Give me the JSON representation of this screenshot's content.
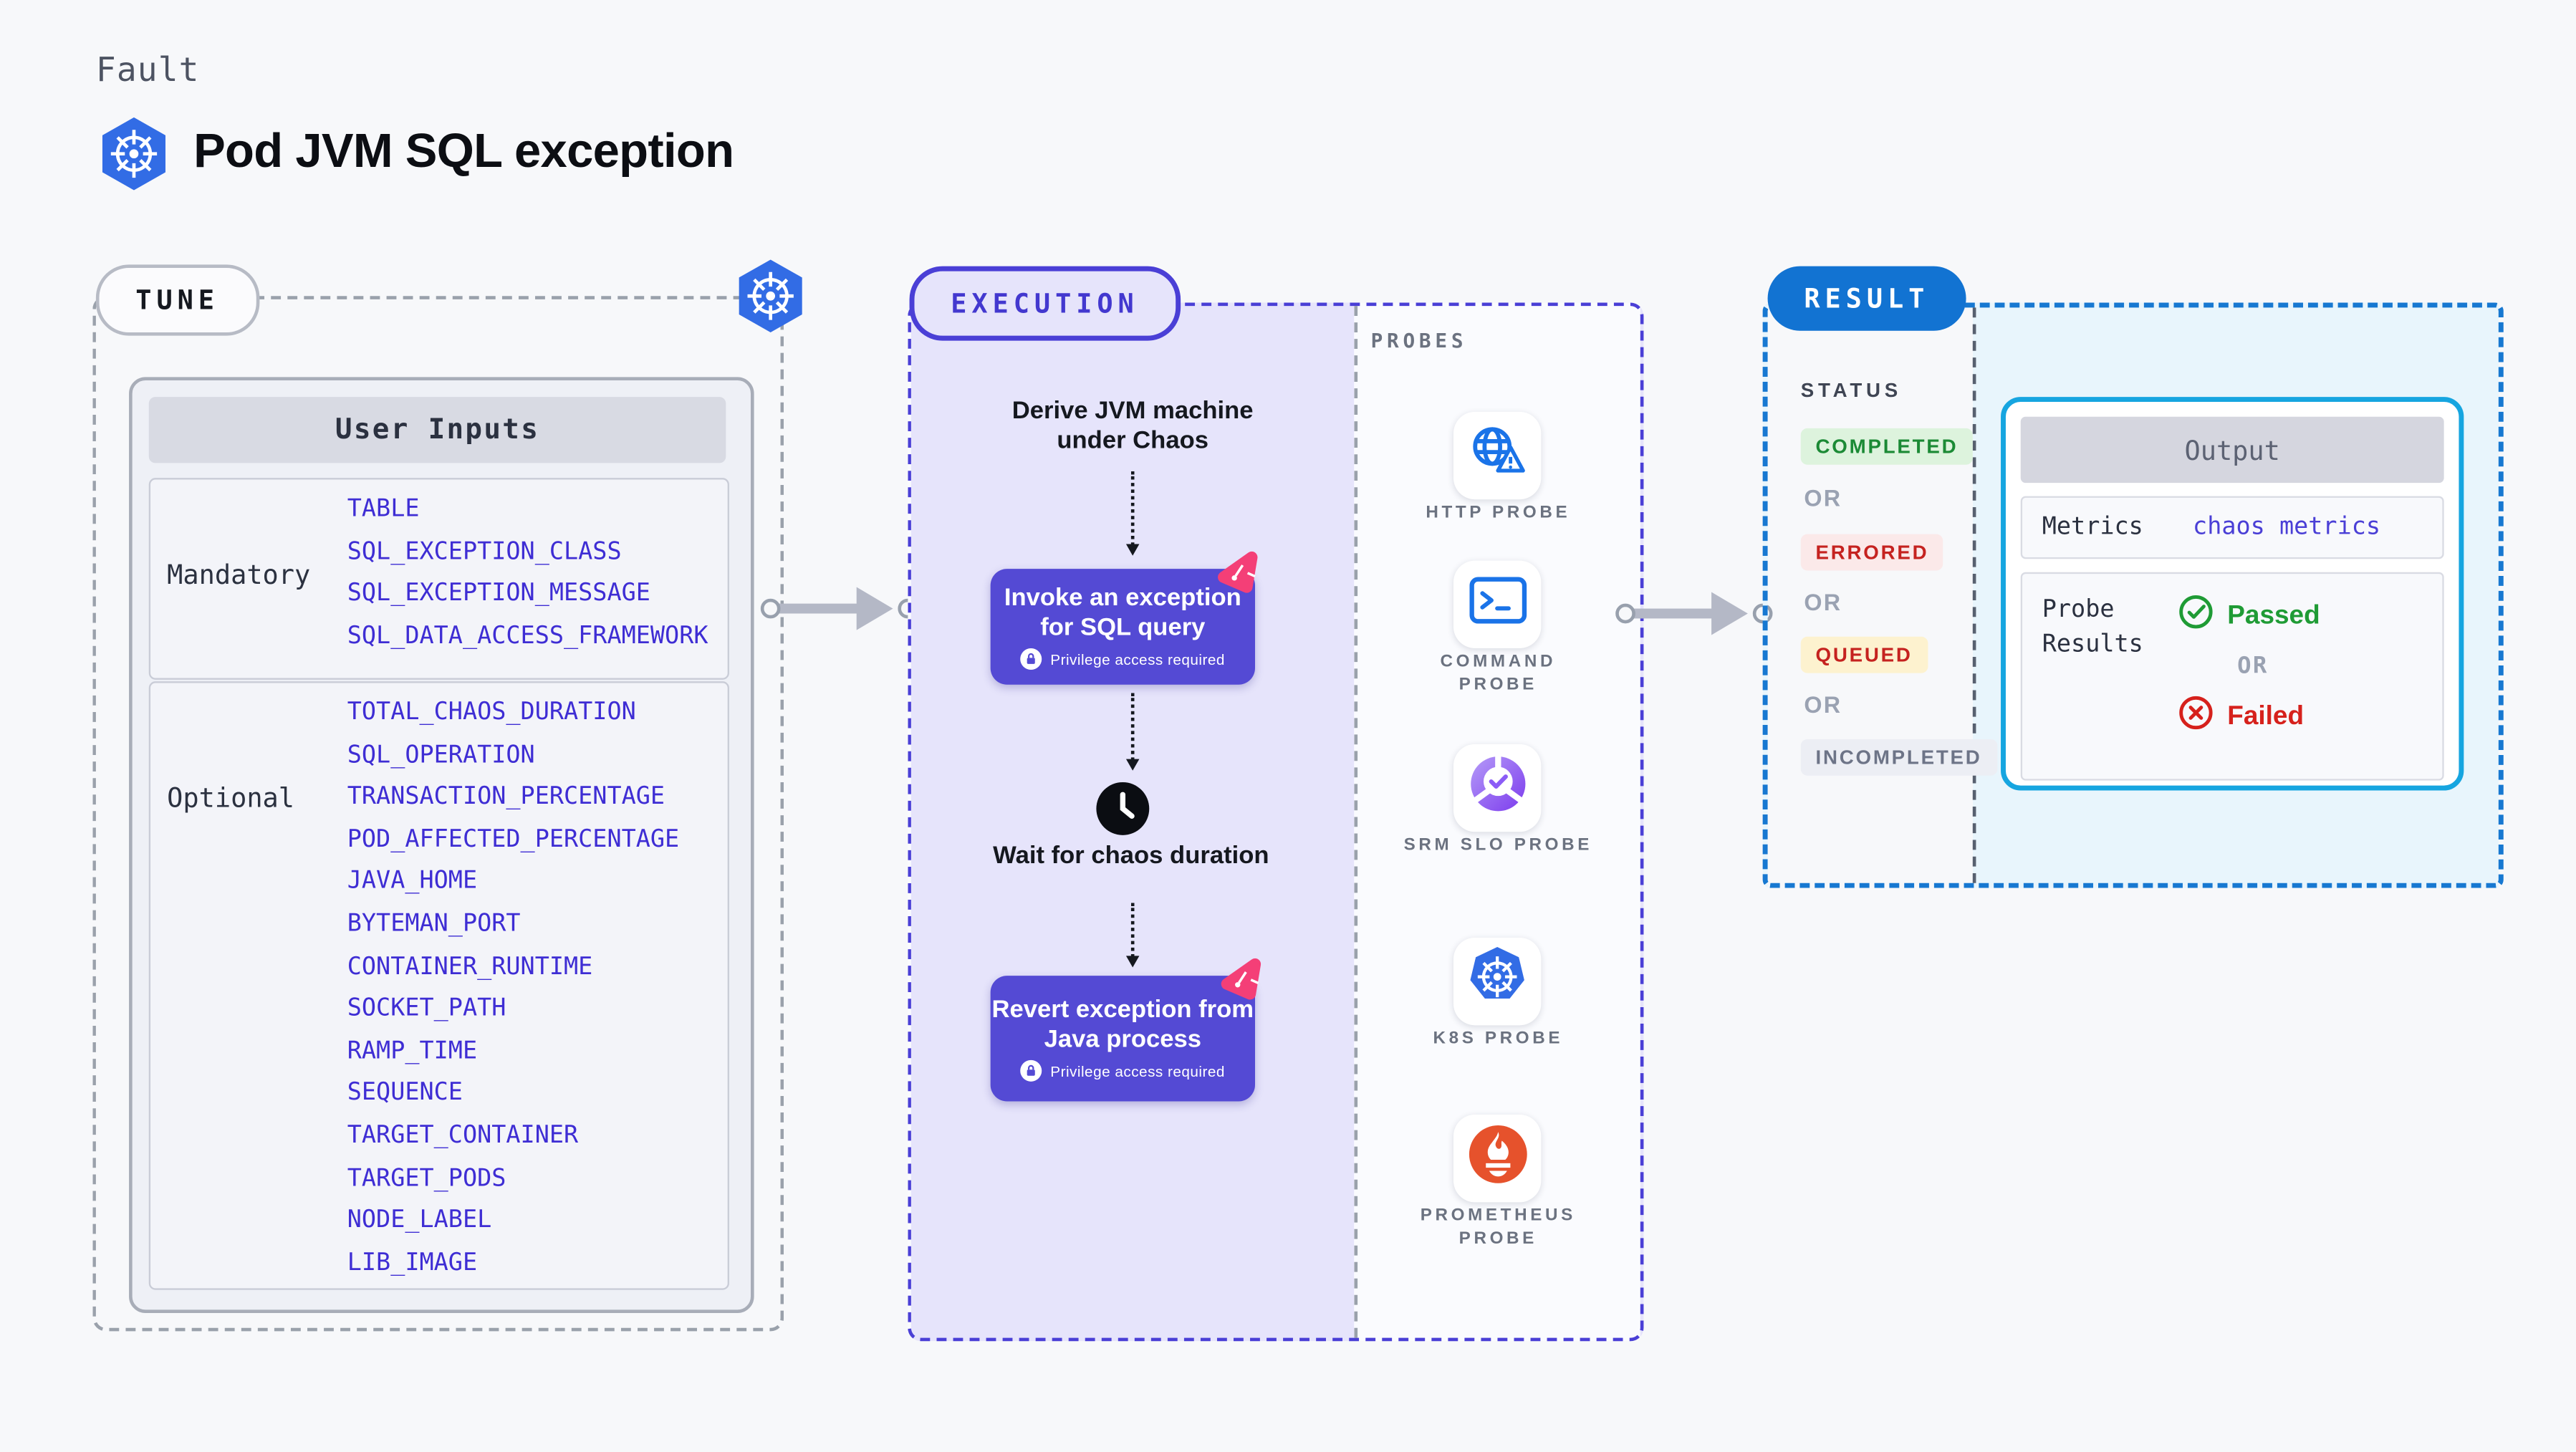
{
  "header": {
    "fault_label": "Fault",
    "title": "Pod JVM SQL exception"
  },
  "tune": {
    "pill": "TUNE",
    "user_inputs_title": "User Inputs",
    "mandatory_label": "Mandatory",
    "mandatory_items": [
      "TABLE",
      "SQL_EXCEPTION_CLASS",
      "SQL_EXCEPTION_MESSAGE",
      "SQL_DATA_ACCESS_FRAMEWORK"
    ],
    "optional_label": "Optional",
    "optional_items": [
      "TOTAL_CHAOS_DURATION",
      "SQL_OPERATION",
      "TRANSACTION_PERCENTAGE",
      "POD_AFFECTED_PERCENTAGE",
      "JAVA_HOME",
      "BYTEMAN_PORT",
      "CONTAINER_RUNTIME",
      "SOCKET_PATH",
      "RAMP_TIME",
      "SEQUENCE",
      "TARGET_CONTAINER",
      "TARGET_PODS",
      "NODE_LABEL",
      "LIB_IMAGE"
    ]
  },
  "execution": {
    "pill": "EXECUTION",
    "derive_text": "Derive JVM machine under Chaos",
    "invoke_text": "Invoke an exception for SQL query",
    "privilege_note": "Privilege access required",
    "wait_text": "Wait for chaos duration",
    "revert_text": "Revert exception from Java process"
  },
  "probes": {
    "header": "PROBES",
    "items": [
      {
        "label": "HTTP PROBE",
        "icon": "globe-alert-icon"
      },
      {
        "label": "COMMAND PROBE",
        "icon": "terminal-icon"
      },
      {
        "label": "SRM SLO PROBE",
        "icon": "slo-donut-icon"
      },
      {
        "label": "K8S PROBE",
        "icon": "kubernetes-icon"
      },
      {
        "label": "PROMETHEUS PROBE",
        "icon": "prometheus-icon"
      }
    ]
  },
  "result": {
    "pill": "RESULT",
    "status_label": "STATUS",
    "or_label": "OR",
    "statuses": [
      {
        "label": "COMPLETED",
        "type": "success"
      },
      {
        "label": "ERRORED",
        "type": "error"
      },
      {
        "label": "QUEUED",
        "type": "warn"
      },
      {
        "label": "INCOMPLETED",
        "type": "neutral"
      }
    ],
    "output": {
      "title": "Output",
      "metrics_label": "Metrics",
      "metrics_value": "chaos metrics",
      "probe_results_label": "Probe Results",
      "passed_label": "Passed",
      "failed_label": "Failed"
    }
  },
  "colors": {
    "indigo": "#4a3fd6",
    "node_purple": "#544ad4",
    "result_blue": "#1273d2",
    "cyan_border": "#16a5e0",
    "green": "#1f9b35",
    "red": "#d6211c",
    "pink": "#f43f77",
    "k8s_blue": "#326ce5",
    "probe_blue": "#1a73e8",
    "prometheus_orange": "#e6522c"
  }
}
